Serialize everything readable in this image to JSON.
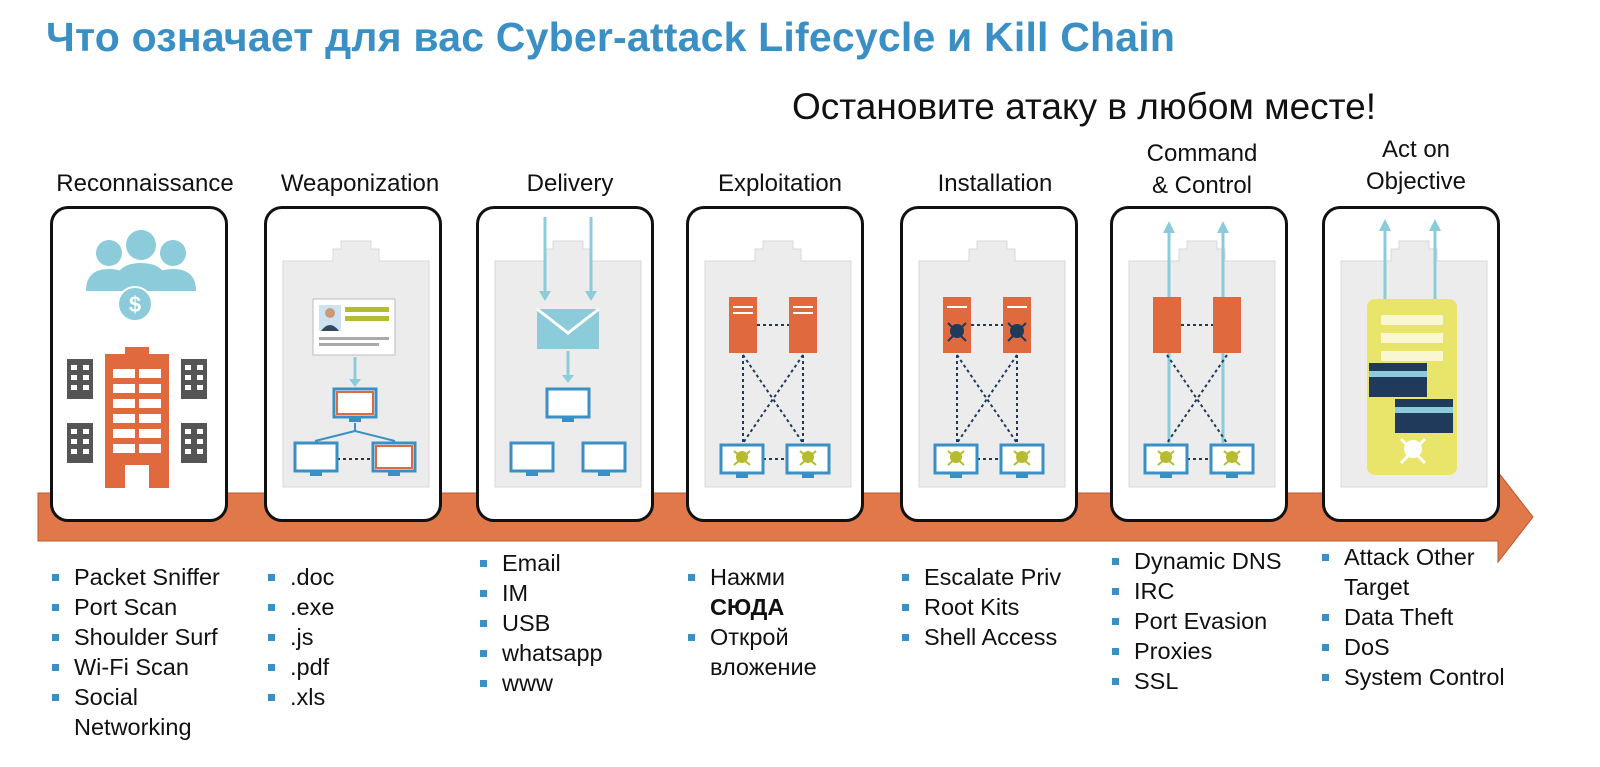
{
  "header": {
    "title": "Что означает для вас Cyber-attack Lifecycle и Kill Chain",
    "subtitle": "Остановите атаку в любом месте!"
  },
  "colors": {
    "title_blue": "#3a8fc4",
    "arrow_orange": "#e0784a",
    "icon_blue": "#8ccbd9",
    "server_orange": "#e0693d",
    "virus_green": "#b7bb2f",
    "loot_yellow": "#e9e46a"
  },
  "stages": [
    {
      "title": "Reconnaissance",
      "items": [
        "Packet Sniffer",
        "Port Scan",
        "Shoulder Surf",
        "Wi-Fi Scan",
        "Social",
        "Networking"
      ]
    },
    {
      "title": "Weaponization",
      "items": [
        ".doc",
        ".exe",
        ".js",
        ".pdf",
        ".xls"
      ]
    },
    {
      "title": "Delivery",
      "items": [
        "Email",
        "IM",
        "USB",
        "whatsapp",
        "www"
      ]
    },
    {
      "title": "Exploitation",
      "items": [
        "Нажми",
        "СЮДА",
        "Открой",
        "вложение"
      ]
    },
    {
      "title": "Installation",
      "items": [
        "Escalate Priv",
        "Root Kits",
        "Shell Access"
      ]
    },
    {
      "title_line1": "Command",
      "title_line2": "& Control",
      "items": [
        "Dynamic DNS",
        "IRC",
        "Port Evasion",
        "Proxies",
        "SSL"
      ]
    },
    {
      "title_line1": "Act on",
      "title_line2": "Objective",
      "items": [
        "Attack Other",
        "Target",
        "Data Theft",
        "DoS",
        "System Control"
      ]
    }
  ]
}
